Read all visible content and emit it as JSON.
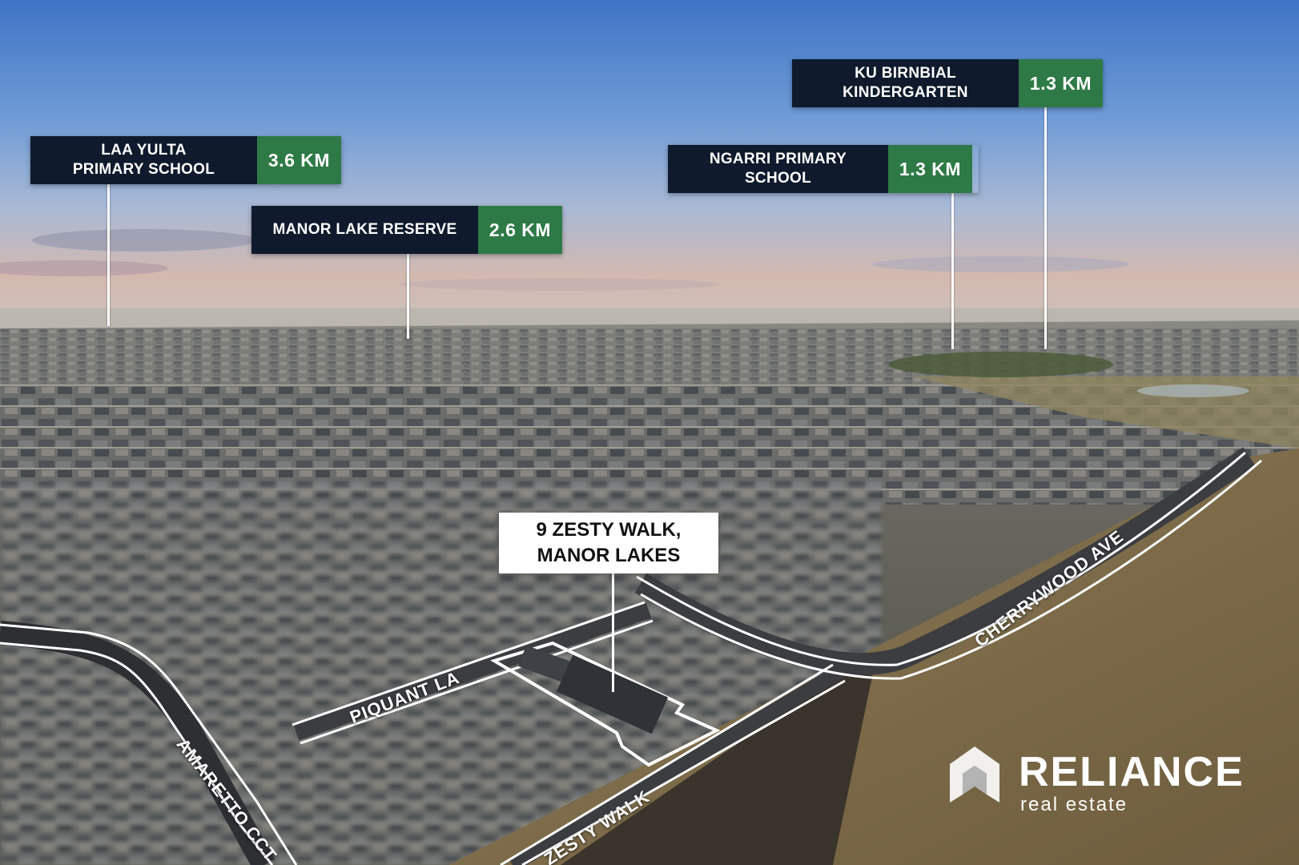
{
  "labels": {
    "laa_yulta": {
      "name": "LAA YULTA PRIMARY SCHOOL",
      "name_line1": "LAA YULTA",
      "name_line2": "PRIMARY SCHOOL",
      "distance": "3.6 KM"
    },
    "manor_lake": {
      "name": "MANOR LAKE RESERVE",
      "distance": "2.6 KM"
    },
    "ngarri": {
      "name": "NGARRI PRIMARY SCHOOL",
      "distance": "1.3 KM"
    },
    "ku_birnbial": {
      "name": "KU BIRNBIAL KINDERGARTEN",
      "name_line1": "KU BIRNBIAL",
      "name_line2": "KINDERGARTEN",
      "distance": "1.3 KM"
    }
  },
  "property": {
    "address_line1": "9 ZESTY WALK,",
    "address_line2": "MANOR LAKES"
  },
  "streets": {
    "piquant": "PIQUANT LA",
    "amaretto": "AMARETTO CCT",
    "zesty": "ZESTY WALK",
    "cherrywood": "CHERRYWOOD AVE"
  },
  "logo": {
    "brand": "RELIANCE",
    "tagline": "real estate"
  },
  "colors": {
    "label_bg": "#0f1a2c",
    "distance_bg": "#2e7a46",
    "outline": "#ffffff"
  }
}
